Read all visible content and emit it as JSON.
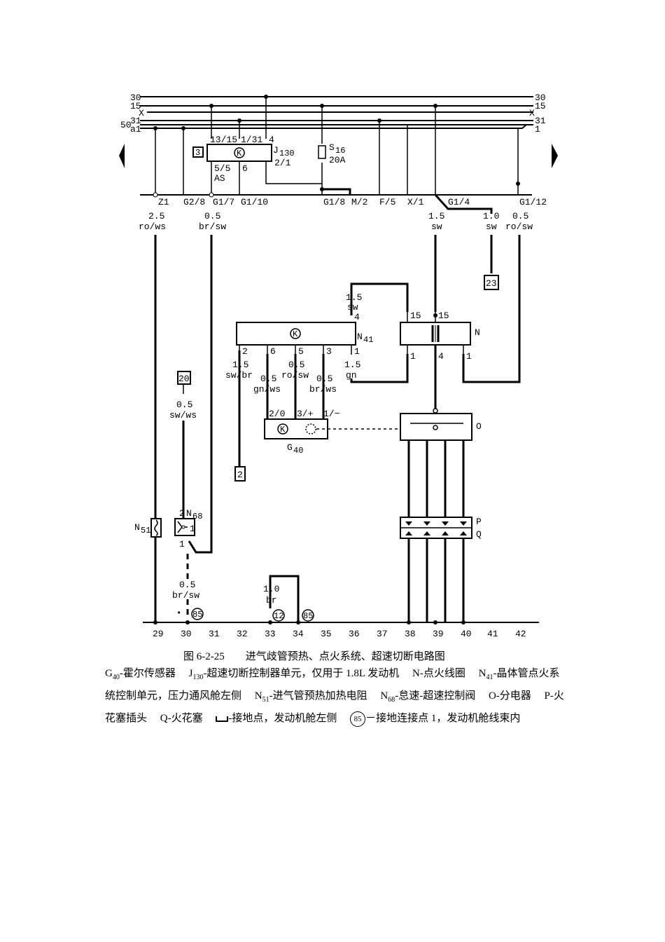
{
  "bus": {
    "left_30": "30",
    "left_15": "15",
    "left_x": "X",
    "left_31": "31",
    "left_50": "50",
    "left_a1": "a1",
    "right_30": "30",
    "right_15": "15",
    "right_x": "X",
    "right_31": "31",
    "right_1": "1"
  },
  "relay_panel": {
    "j130_label": "J130",
    "j130_sub": "130",
    "pin_13_15": "13/15",
    "pin_1_31": "1/31",
    "pin_4": "4",
    "pin_5_5": "5/5",
    "pin_6": "6",
    "pin_2_1": "2/1",
    "as": "AS",
    "s16": "S16",
    "s16_sub": "16",
    "fuse_rating": "20A",
    "box_num": "3"
  },
  "connectors": [
    "Z1",
    "G2/8",
    "G1/7",
    "G1/10",
    "G1/8",
    "M/2",
    "F/5",
    "X/1",
    "G1/4",
    "G1/12"
  ],
  "wires": {
    "w1_size": "2.5",
    "w1_color": "ro/ws",
    "w2_size": "0.5",
    "w2_color": "br/sw",
    "w3_size": "1.5",
    "w3_color": "sw",
    "w4_size": "1.0",
    "w4_color": "sw",
    "w5_size": "0.5",
    "w5_color": "ro/sw",
    "n41_top_size": "1.5",
    "n41_top_color": "sw",
    "n41_w2_size": "1.5",
    "n41_w2_color": "sw/br",
    "n41_w6_size": "0.5",
    "n41_w6_color": "gn/ws",
    "n41_w5_size": "0.5",
    "n41_w5_color": "ro/sw",
    "n41_w3_size": "0.5",
    "n41_w3_color": "br/ws",
    "n41_w1_size": "1.5",
    "n41_w1_color": "gn",
    "n65_size": "0.5",
    "n65_color": "sw/ws",
    "ground_size": "0.5",
    "ground_color": "br/sw",
    "w33_size": "1.0",
    "w33_color": "br"
  },
  "refs": {
    "r23": "23",
    "r20": "20",
    "r2": "2",
    "r12": "12",
    "r85a": "85",
    "r85b": "85"
  },
  "components": {
    "n41": "N41",
    "n41_sub": "41",
    "n41_pins": [
      "2",
      "6",
      "5",
      "3",
      "1"
    ],
    "n41_pin4": "4",
    "n": "N",
    "n_pin15a": "15",
    "n_pin15b": "15",
    "n_pin1a": "1",
    "n_pin4": "4",
    "n_pin1b": "1",
    "g40": "G40",
    "g40_sub": "40",
    "g40_pins": [
      "2/0",
      "3/+",
      "1/−"
    ],
    "o": "O",
    "p": "P",
    "q": "Q",
    "n51": "N51",
    "n51_sub": "51",
    "n68": "N68",
    "n68_sub": "68",
    "n68_pin2": "2",
    "n68_pin1": "1",
    "n68_pin1b": "1"
  },
  "bottom_numbers": [
    "29",
    "30",
    "31",
    "32",
    "33",
    "34",
    "35",
    "36",
    "37",
    "38",
    "39",
    "40",
    "41",
    "42"
  ],
  "caption": {
    "title": "图 6-2-25　　进气歧管预热、点火系统、超速切断电路图",
    "legend": [
      {
        "code": "G",
        "sub": "40",
        "desc": "-霍尔传感器　"
      },
      {
        "code": "J",
        "sub": "130",
        "desc": "-超速切断控制器单元，仅用于 1.8L 发动机　"
      },
      {
        "code": "N",
        "sub": "",
        "desc": "-点火线圈　"
      },
      {
        "code": "N",
        "sub": "41",
        "desc": "-晶体管点火系统控制单元，压力通风舱左侧　"
      },
      {
        "code": "N",
        "sub": "51",
        "desc": "-进气管预热加热电阻　"
      },
      {
        "code": "N",
        "sub": "68",
        "desc": "-怠速-超速控制阀　"
      },
      {
        "code": "O",
        "sub": "",
        "desc": "-分电器　"
      },
      {
        "code": "P",
        "sub": "",
        "desc": "-火花塞插头　"
      },
      {
        "code": "Q",
        "sub": "",
        "desc": "-火花塞　"
      },
      {
        "code": "",
        "sub": "",
        "desc": "-接地点，发动机舱左侧　"
      },
      {
        "code": "85",
        "sub": "",
        "desc": "－接地连接点 1，发动机舱线束内"
      }
    ]
  }
}
